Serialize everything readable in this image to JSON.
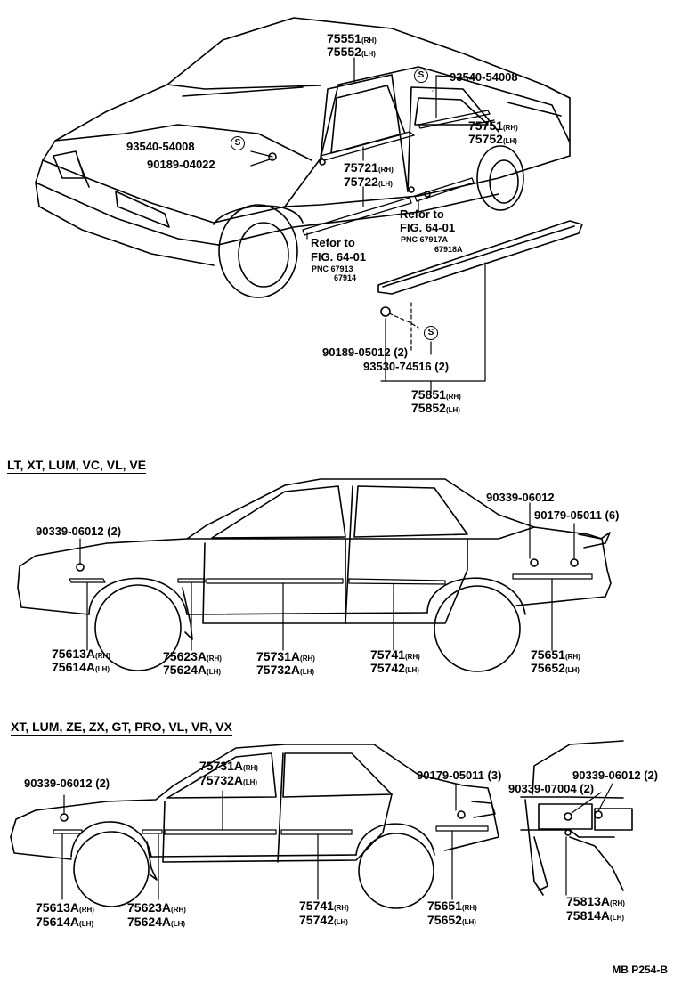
{
  "top": {
    "p75551": "75551",
    "p75551_side": "(RH)",
    "p75552": "75552",
    "p75552_side": "(LH)",
    "p93540_54008_a": "93540-54008",
    "p75751": "75751",
    "p75751_side": "(RH)",
    "p75752": "75752",
    "p75752_side": "(LH)",
    "p93540_54008_b": "93540-54008",
    "p90189_04022": "90189-04022",
    "p75721": "75721",
    "p75721_side": "(RH)",
    "p75722": "75722",
    "p75722_side": "(LH)",
    "refer_a_line1": "Refor to",
    "refer_a_line2": "FIG. 64-01",
    "refer_a_pnc1": "PNC 67917A",
    "refer_a_pnc2": "67918A",
    "refer_b_line1": "Refor to",
    "refer_b_line2": "FIG. 64-01",
    "refer_b_pnc1": "PNC 67913",
    "refer_b_pnc2": "67914",
    "p90189_05012": "90189-05012 (2)",
    "p93530_74516": "93530-74516 (2)",
    "p75851": "75851",
    "p75851_side": "(RH)",
    "p75852": "75852",
    "p75852_side": "(LH)",
    "s_symbol": "S"
  },
  "middle": {
    "heading": "LT, XT, LUM, VC, VL, VE",
    "p90339_06012_2": "90339-06012 (2)",
    "p90339_06012": "90339-06012",
    "p90179_05011_6": "90179-05011 (6)",
    "p75613A": "75613A",
    "p75613A_side": "(RH)",
    "p75614A": "75614A",
    "p75614A_side": "(LH)",
    "p75623A": "75623A",
    "p75623A_side": "(RH)",
    "p75624A": "75624A",
    "p75624A_side": "(LH)",
    "p75731A": "75731A",
    "p75731A_side": "(RH)",
    "p75732A": "75732A",
    "p75732A_side": "(LH)",
    "p75741": "75741",
    "p75741_side": "(RH)",
    "p75742": "75742",
    "p75742_side": "(LH)",
    "p75651": "75651",
    "p75651_side": "(RH)",
    "p75652": "75652",
    "p75652_side": "(LH)"
  },
  "bottom": {
    "heading": "XT, LUM, ZE, ZX, GT, PRO, VL, VR, VX",
    "p90339_06012_2": "90339-06012 (2)",
    "p75731A": "75731A",
    "p75731A_side": "(RH)",
    "p75732A": "75732A",
    "p75732A_side": "(LH)",
    "p90179_05011_3": "90179-05011 (3)",
    "p75613A": "75613A",
    "p75613A_side": "(RH)",
    "p75614A": "75614A",
    "p75614A_side": "(LH)",
    "p75623A": "75623A",
    "p75623A_side": "(RH)",
    "p75624A": "75624A",
    "p75624A_side": "(LH)",
    "p75741": "75741",
    "p75741_side": "(RH)",
    "p75742": "75742",
    "p75742_side": "(LH)",
    "p75651": "75651",
    "p75651_side": "(RH)",
    "p75652": "75652",
    "p75652_side": "(LH)",
    "p90339_06012_r": "90339-06012 (2)",
    "p90339_07004": "90339-07004 (2)",
    "p75813A": "75813A",
    "p75813A_side": "(RH)",
    "p75814A": "75814A",
    "p75814A_side": "(LH)"
  },
  "figure_code": "MB P254-B"
}
